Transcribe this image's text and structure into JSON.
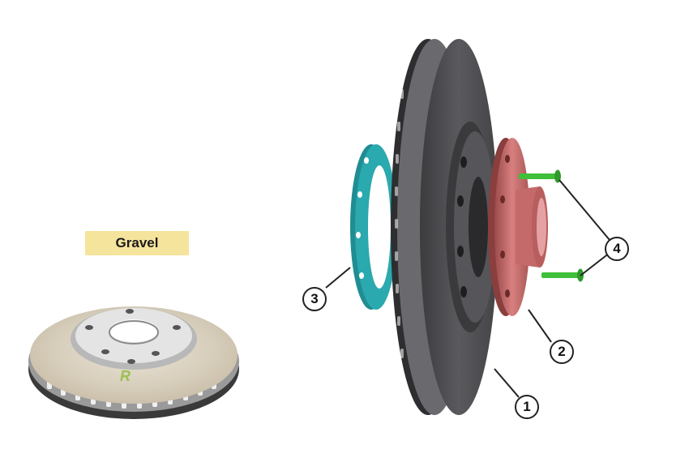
{
  "variant_tag": {
    "label": "Gravel",
    "color": "#f5e49c"
  },
  "parts": [
    {
      "number": "1",
      "color": "#4a4a4d",
      "icon": "brake-disc"
    },
    {
      "number": "2",
      "color": "#c46a6a",
      "icon": "wheel-hub"
    },
    {
      "number": "3",
      "color": "#2aa9ae",
      "icon": "spacer-ring"
    },
    {
      "number": "4",
      "color": "#3fbf3a",
      "icon": "mounting-bolt"
    }
  ],
  "logo_text": "R"
}
